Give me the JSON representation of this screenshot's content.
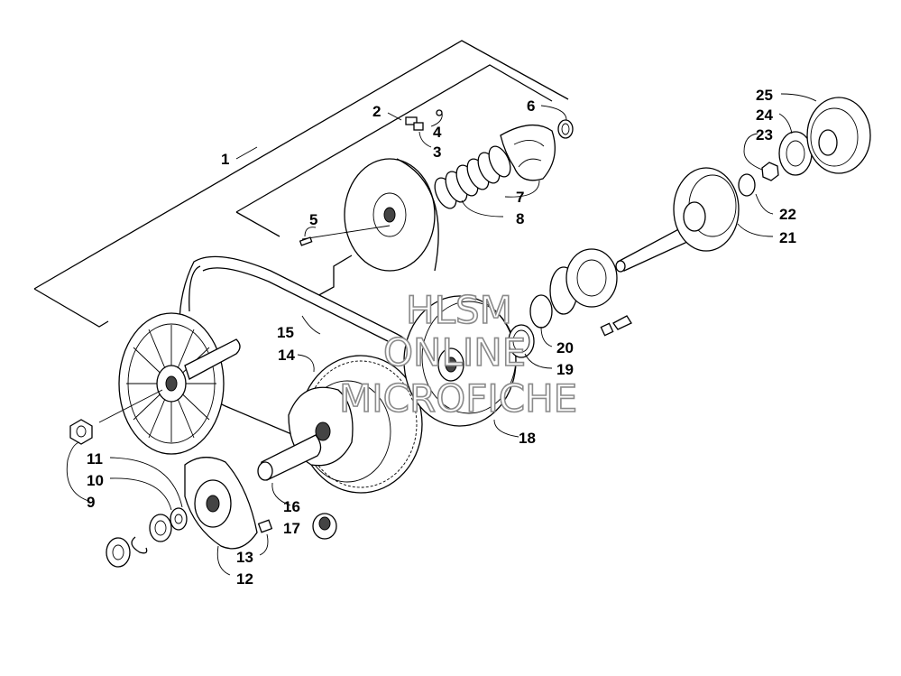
{
  "labels": [
    "1",
    "2",
    "3",
    "4",
    "5",
    "6",
    "7",
    "8",
    "9",
    "10",
    "11",
    "12",
    "13",
    "14",
    "15",
    "16",
    "17",
    "18",
    "19",
    "20",
    "21",
    "22",
    "23",
    "24",
    "25"
  ],
  "watermark": {
    "line1": "HLSM",
    "line2": "ONLINE",
    "line3": "MICROFICHE"
  }
}
